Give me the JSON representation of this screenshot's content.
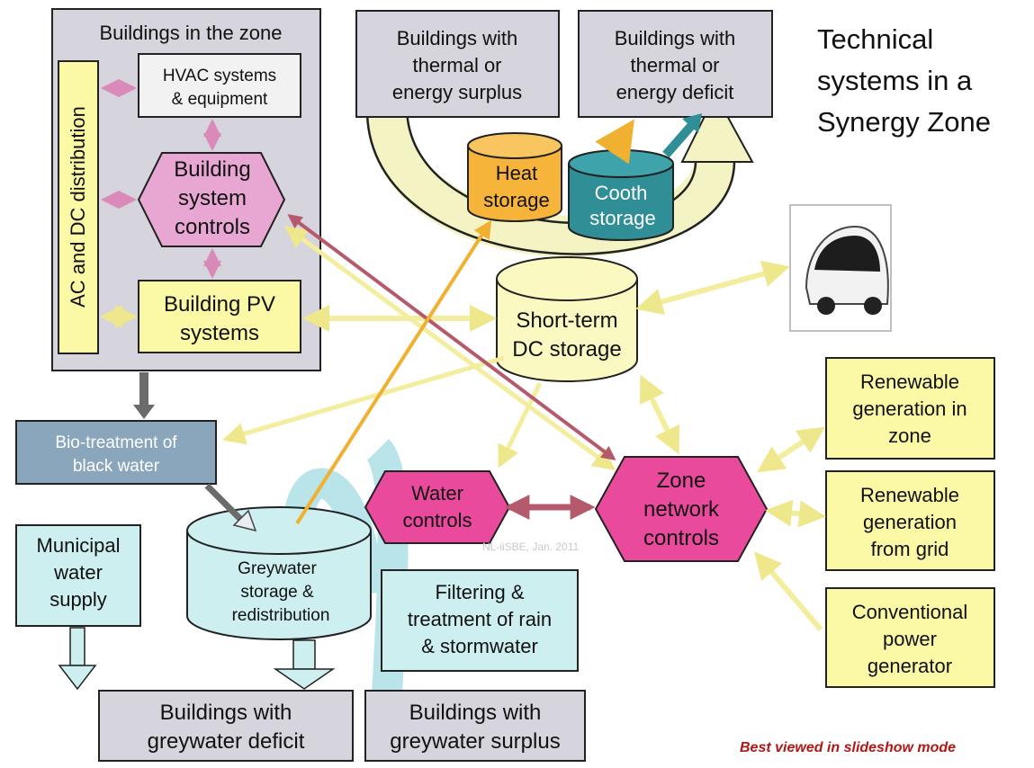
{
  "title": [
    "Technical",
    "systems in a",
    "Synergy Zone"
  ],
  "nodes": {
    "buildings_zone": [
      "Buildings in the zone"
    ],
    "ac_dc": [
      "AC and DC distribution"
    ],
    "hvac": [
      "HVAC systems",
      "& equipment"
    ],
    "bsc": [
      "Building",
      "system",
      "controls"
    ],
    "pv": [
      "Building PV",
      "systems"
    ],
    "surplus": [
      "Buildings with",
      "thermal or",
      "energy surplus"
    ],
    "deficit": [
      "Buildings with",
      "thermal or",
      "energy deficit"
    ],
    "heat": [
      "Heat",
      "storage"
    ],
    "cooth": [
      "Cooth",
      "storage"
    ],
    "dc_storage": [
      "Short-term",
      "DC storage"
    ],
    "bio": [
      "Bio-treatment of",
      "black water"
    ],
    "municipal": [
      "Municipal",
      "water",
      "supply"
    ],
    "greywater": [
      "Greywater",
      "storage &",
      "redistribution"
    ],
    "water_controls": [
      "Water",
      "controls"
    ],
    "zone_controls": [
      "Zone",
      "network",
      "controls"
    ],
    "filtering": [
      "Filtering &",
      "treatment of rain",
      "& stormwater"
    ],
    "renew_zone": [
      "Renewable",
      "generation in",
      "zone"
    ],
    "renew_grid": [
      "Renewable",
      "generation",
      "from grid"
    ],
    "conventional": [
      "Conventional",
      "power",
      "generator"
    ],
    "grey_deficit": [
      "Buildings with",
      "greywater deficit"
    ],
    "grey_surplus": [
      "Buildings with",
      "greywater surplus"
    ]
  },
  "watermark": "NL-iiSBE, Jan. 2011",
  "note": "Best viewed in slideshow mode",
  "icons": {
    "vehicle": "electric-car-icon"
  },
  "colors": {
    "gray_box": "#d6d4dc",
    "yellow": "#fbf8a6",
    "light_yellow": "#fbf9c2",
    "pink": "#e8a6d2",
    "magenta": "#ea4a9c",
    "light_blue": "#cdeff0",
    "blue_gray": "#8aa6bc",
    "orange": "#f6b43a",
    "teal": "#2f8e96",
    "arrow_yellow": "#f5efa0",
    "arrow_red": "#b55a6c",
    "note_red": "#b01818"
  }
}
